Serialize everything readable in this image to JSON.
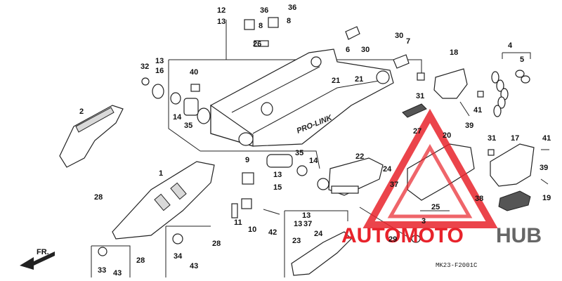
{
  "diagram": {
    "callouts": [
      "12",
      "13",
      "36",
      "36",
      "8",
      "8",
      "26",
      "6",
      "30",
      "30",
      "7",
      "4",
      "5",
      "18",
      "32",
      "13",
      "16",
      "40",
      "21",
      "21",
      "14",
      "35",
      "31",
      "2",
      "27",
      "20",
      "41",
      "39",
      "31",
      "17",
      "41",
      "39",
      "19",
      "35",
      "14",
      "13",
      "15",
      "22",
      "24",
      "37",
      "9",
      "11",
      "10",
      "42",
      "1",
      "28",
      "28",
      "13",
      "13",
      "37",
      "24",
      "23",
      "25",
      "3",
      "38",
      "29",
      "33",
      "43",
      "28",
      "34",
      "43",
      "12",
      "13"
    ],
    "frame_text": "PRO-LINK",
    "front_label": "FR.",
    "diagram_code": "MK23-F2001C"
  },
  "watermark": {
    "brand_left": "AUTOMOTO",
    "brand_right": "HUB",
    "color_red": "#e8232b",
    "color_gray": "#666666"
  }
}
